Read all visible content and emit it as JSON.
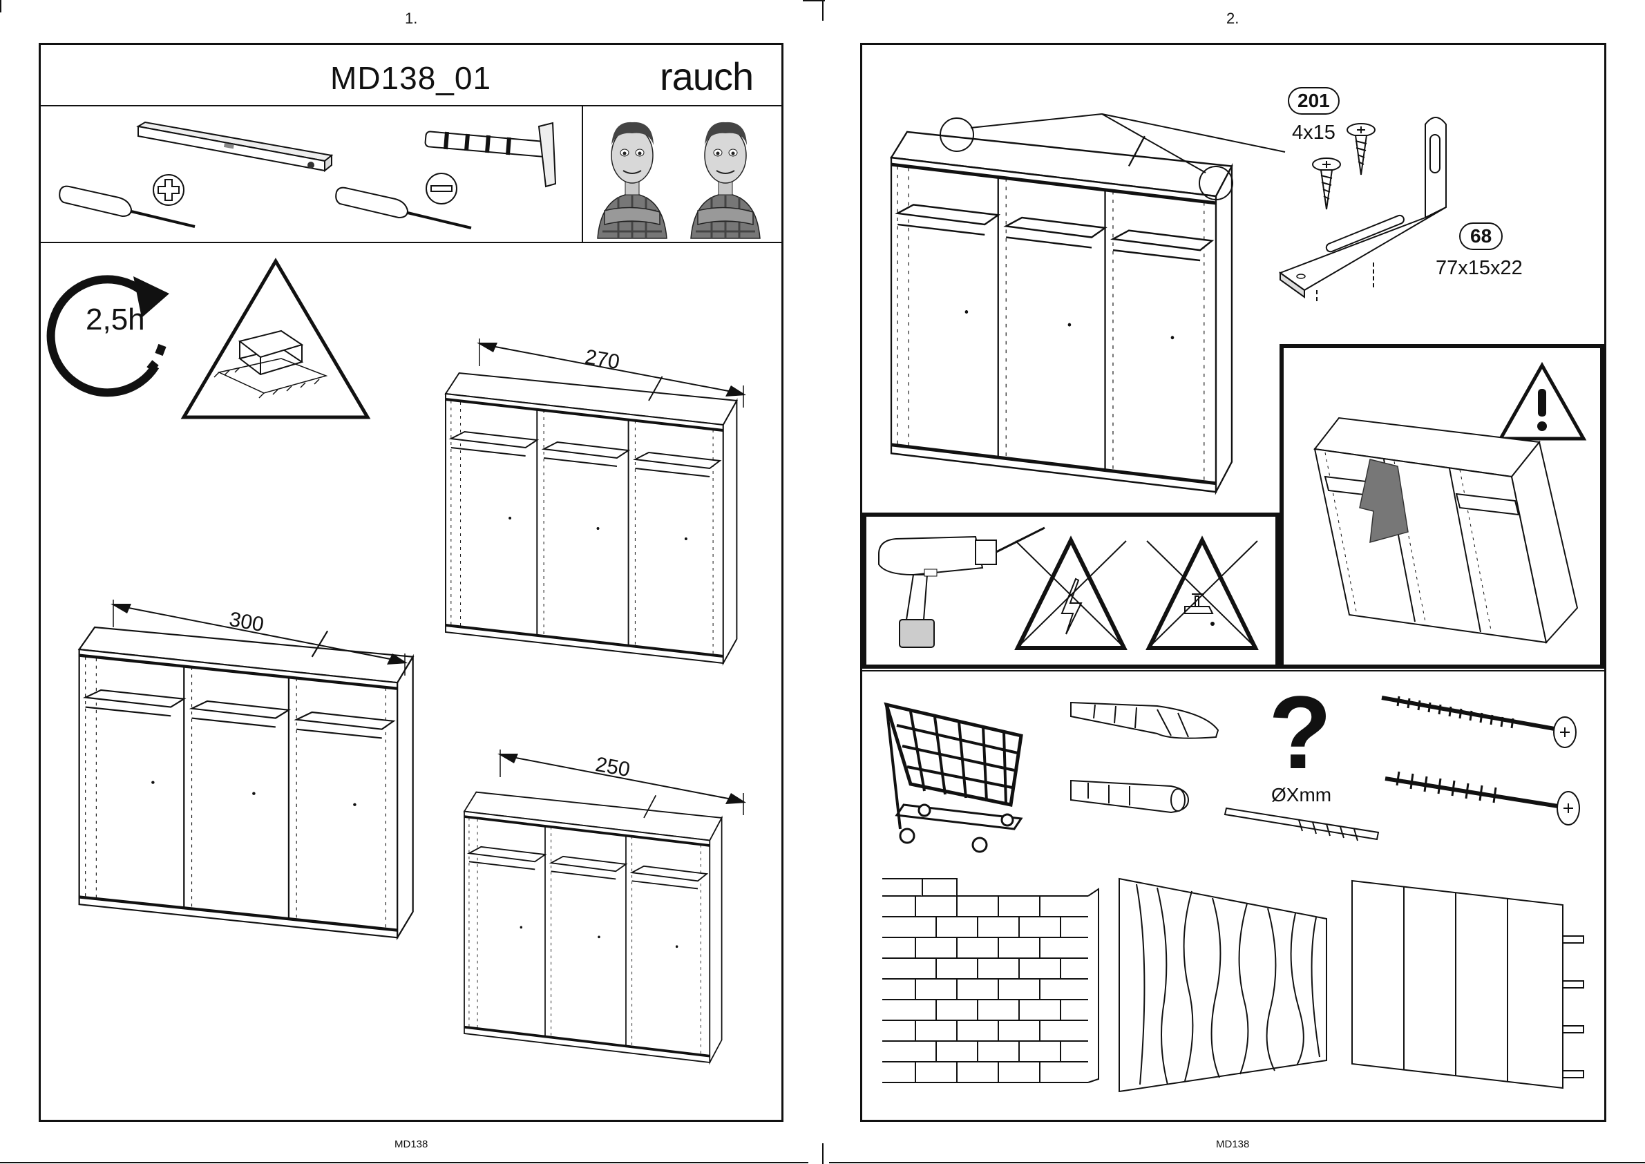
{
  "pages": [
    {
      "number": "1.",
      "footer": "MD138"
    },
    {
      "number": "2.",
      "footer": "MD138"
    }
  ],
  "header": {
    "model": "MD138_01",
    "brand": "rauch"
  },
  "tools": [
    {
      "icon": "spirit-level-icon"
    },
    {
      "icon": "hammer-icon"
    },
    {
      "icon": "phillips-screwdriver-icon"
    },
    {
      "icon": "flathead-screwdriver-icon"
    }
  ],
  "assembly": {
    "time": "2,5h",
    "persons_icon": "two-workers-icon"
  },
  "wardrobes": [
    {
      "width": "270"
    },
    {
      "width": "300"
    },
    {
      "width": "250"
    }
  ],
  "parts": [
    {
      "number": "201",
      "size": "4x15",
      "icon": "screw-icon"
    },
    {
      "number": "68",
      "size": "77x15x22",
      "icon": "angle-bracket-icon"
    }
  ],
  "drill": {
    "label": "ØXmm"
  },
  "wall_types": [
    "brick-wall-icon",
    "wood-panel-wall-icon",
    "plasterboard-wall-icon"
  ]
}
